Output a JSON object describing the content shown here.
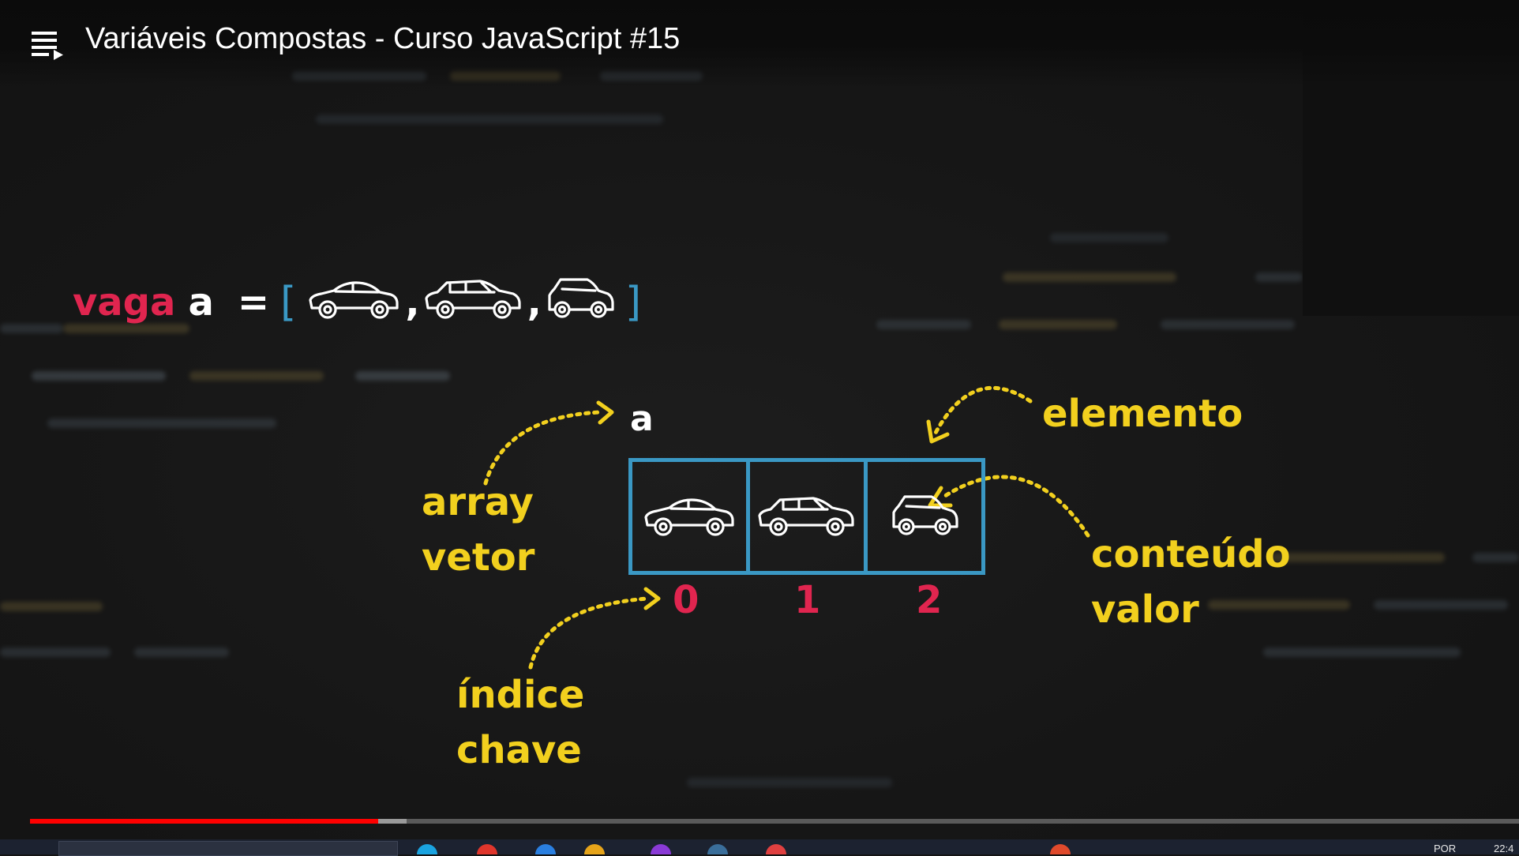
{
  "video": {
    "title": "Variáveis Compostas - Curso JavaScript #15",
    "progress_played": 0.234,
    "progress_buffered": 0.253
  },
  "slide": {
    "code": {
      "keyword": "vaga",
      "variable": "a",
      "operator": "=",
      "open_bracket": "[",
      "close_bracket": "]",
      "separator": ",",
      "items": [
        "sedan-car-icon",
        "hatchback-car-icon",
        "compact-car-icon"
      ]
    },
    "diagram": {
      "variable_label": "a",
      "cells": [
        "sedan-car-icon",
        "hatchback-car-icon",
        "compact-car-icon"
      ],
      "indices": [
        "0",
        "1",
        "2"
      ],
      "labels": {
        "array": "array",
        "vetor": "vetor",
        "indice": "índice",
        "chave": "chave",
        "elemento": "elemento",
        "conteudo": "conteúdo",
        "valor": "valor"
      }
    },
    "colors": {
      "keyword": "#e0254f",
      "index": "#e0254f",
      "annotation": "#f2d01e",
      "box": "#3a98c4",
      "text": "#ffffff"
    }
  },
  "taskbar": {
    "language": "POR",
    "time": "22:4"
  }
}
